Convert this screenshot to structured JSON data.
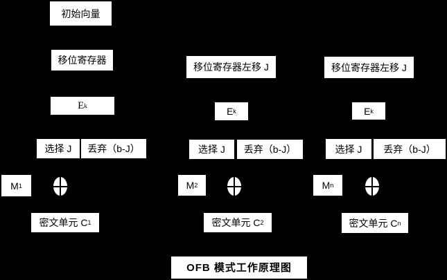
{
  "diagram": {
    "title": "OFB 模式工作原理图",
    "colors": {
      "background": "#000000",
      "box_fill": "#ffffff",
      "text": "#000000"
    },
    "icons": {
      "xor": "circle-plus-xor"
    },
    "top_box": "初始向量",
    "columns": [
      {
        "shift_register": "移位寄存器",
        "cipher": {
          "base": "E",
          "sub": "k"
        },
        "select": "选择 J",
        "discard": "丢弃（b-J）",
        "message": {
          "base": "M",
          "sub": "1"
        },
        "ciphertext": {
          "base": "密文单元 C",
          "sub": "1"
        }
      },
      {
        "shift_register": "移位寄存器左移 J",
        "cipher": {
          "base": "E",
          "sub": "k"
        },
        "select": "选择 J",
        "discard": "丢弃（b-J）",
        "message": {
          "base": "M",
          "sub": "2"
        },
        "ciphertext": {
          "base": "密文单元 C",
          "sub": "2"
        }
      },
      {
        "shift_register": "移位寄存器左移 J",
        "cipher": {
          "base": "E",
          "sub": "k"
        },
        "select": "选择 J",
        "discard": "丢弃（b-J）",
        "message": {
          "base": "M",
          "sub": "n"
        },
        "ciphertext": {
          "base": "密文单元 C",
          "sub": "n"
        }
      }
    ]
  }
}
